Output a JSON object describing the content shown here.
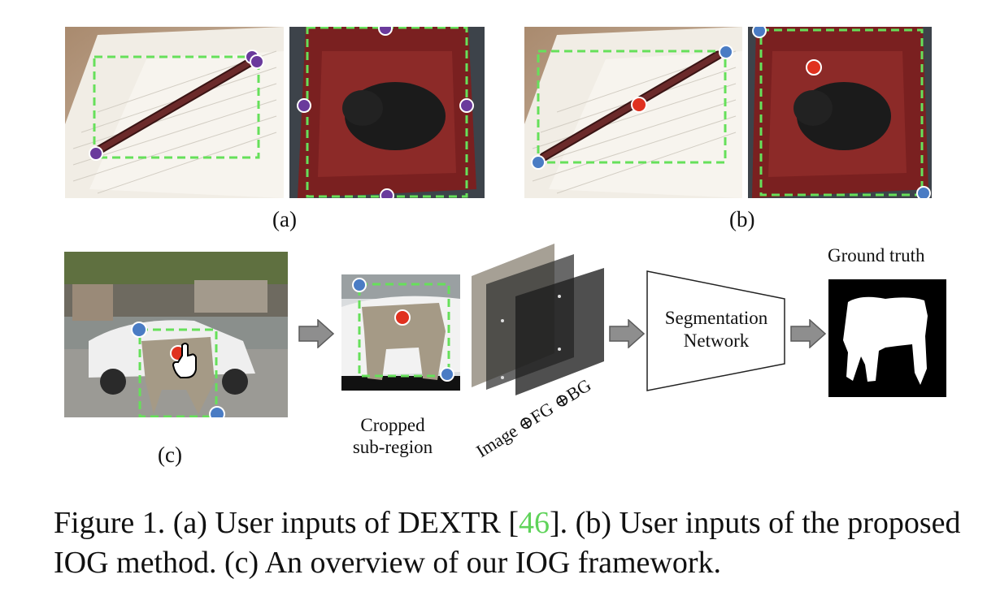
{
  "panels": {
    "a_label": "(a)",
    "b_label": "(b)",
    "c_label": "(c)"
  },
  "pipeline": {
    "cropped_label_line1": "Cropped",
    "cropped_label_line2": "sub-region",
    "stack_label": "Image ⊕FG ⊕BG",
    "network_line1": "Segmentation",
    "network_line2": "Network",
    "ground_truth_label": "Ground truth"
  },
  "caption": {
    "part1": "Figure 1. (a) User inputs of DEXTR [",
    "ref": "46",
    "part2": "]. (b) User inputs of the proposed IOG method. (c) An overview of our IOG framework."
  },
  "colors": {
    "extreme_point": "#6a3a9c",
    "background_point": "#4a7cc4",
    "foreground_point": "#e0311f",
    "bounding_box": "#66e05a",
    "reference": "#5fd35a"
  }
}
